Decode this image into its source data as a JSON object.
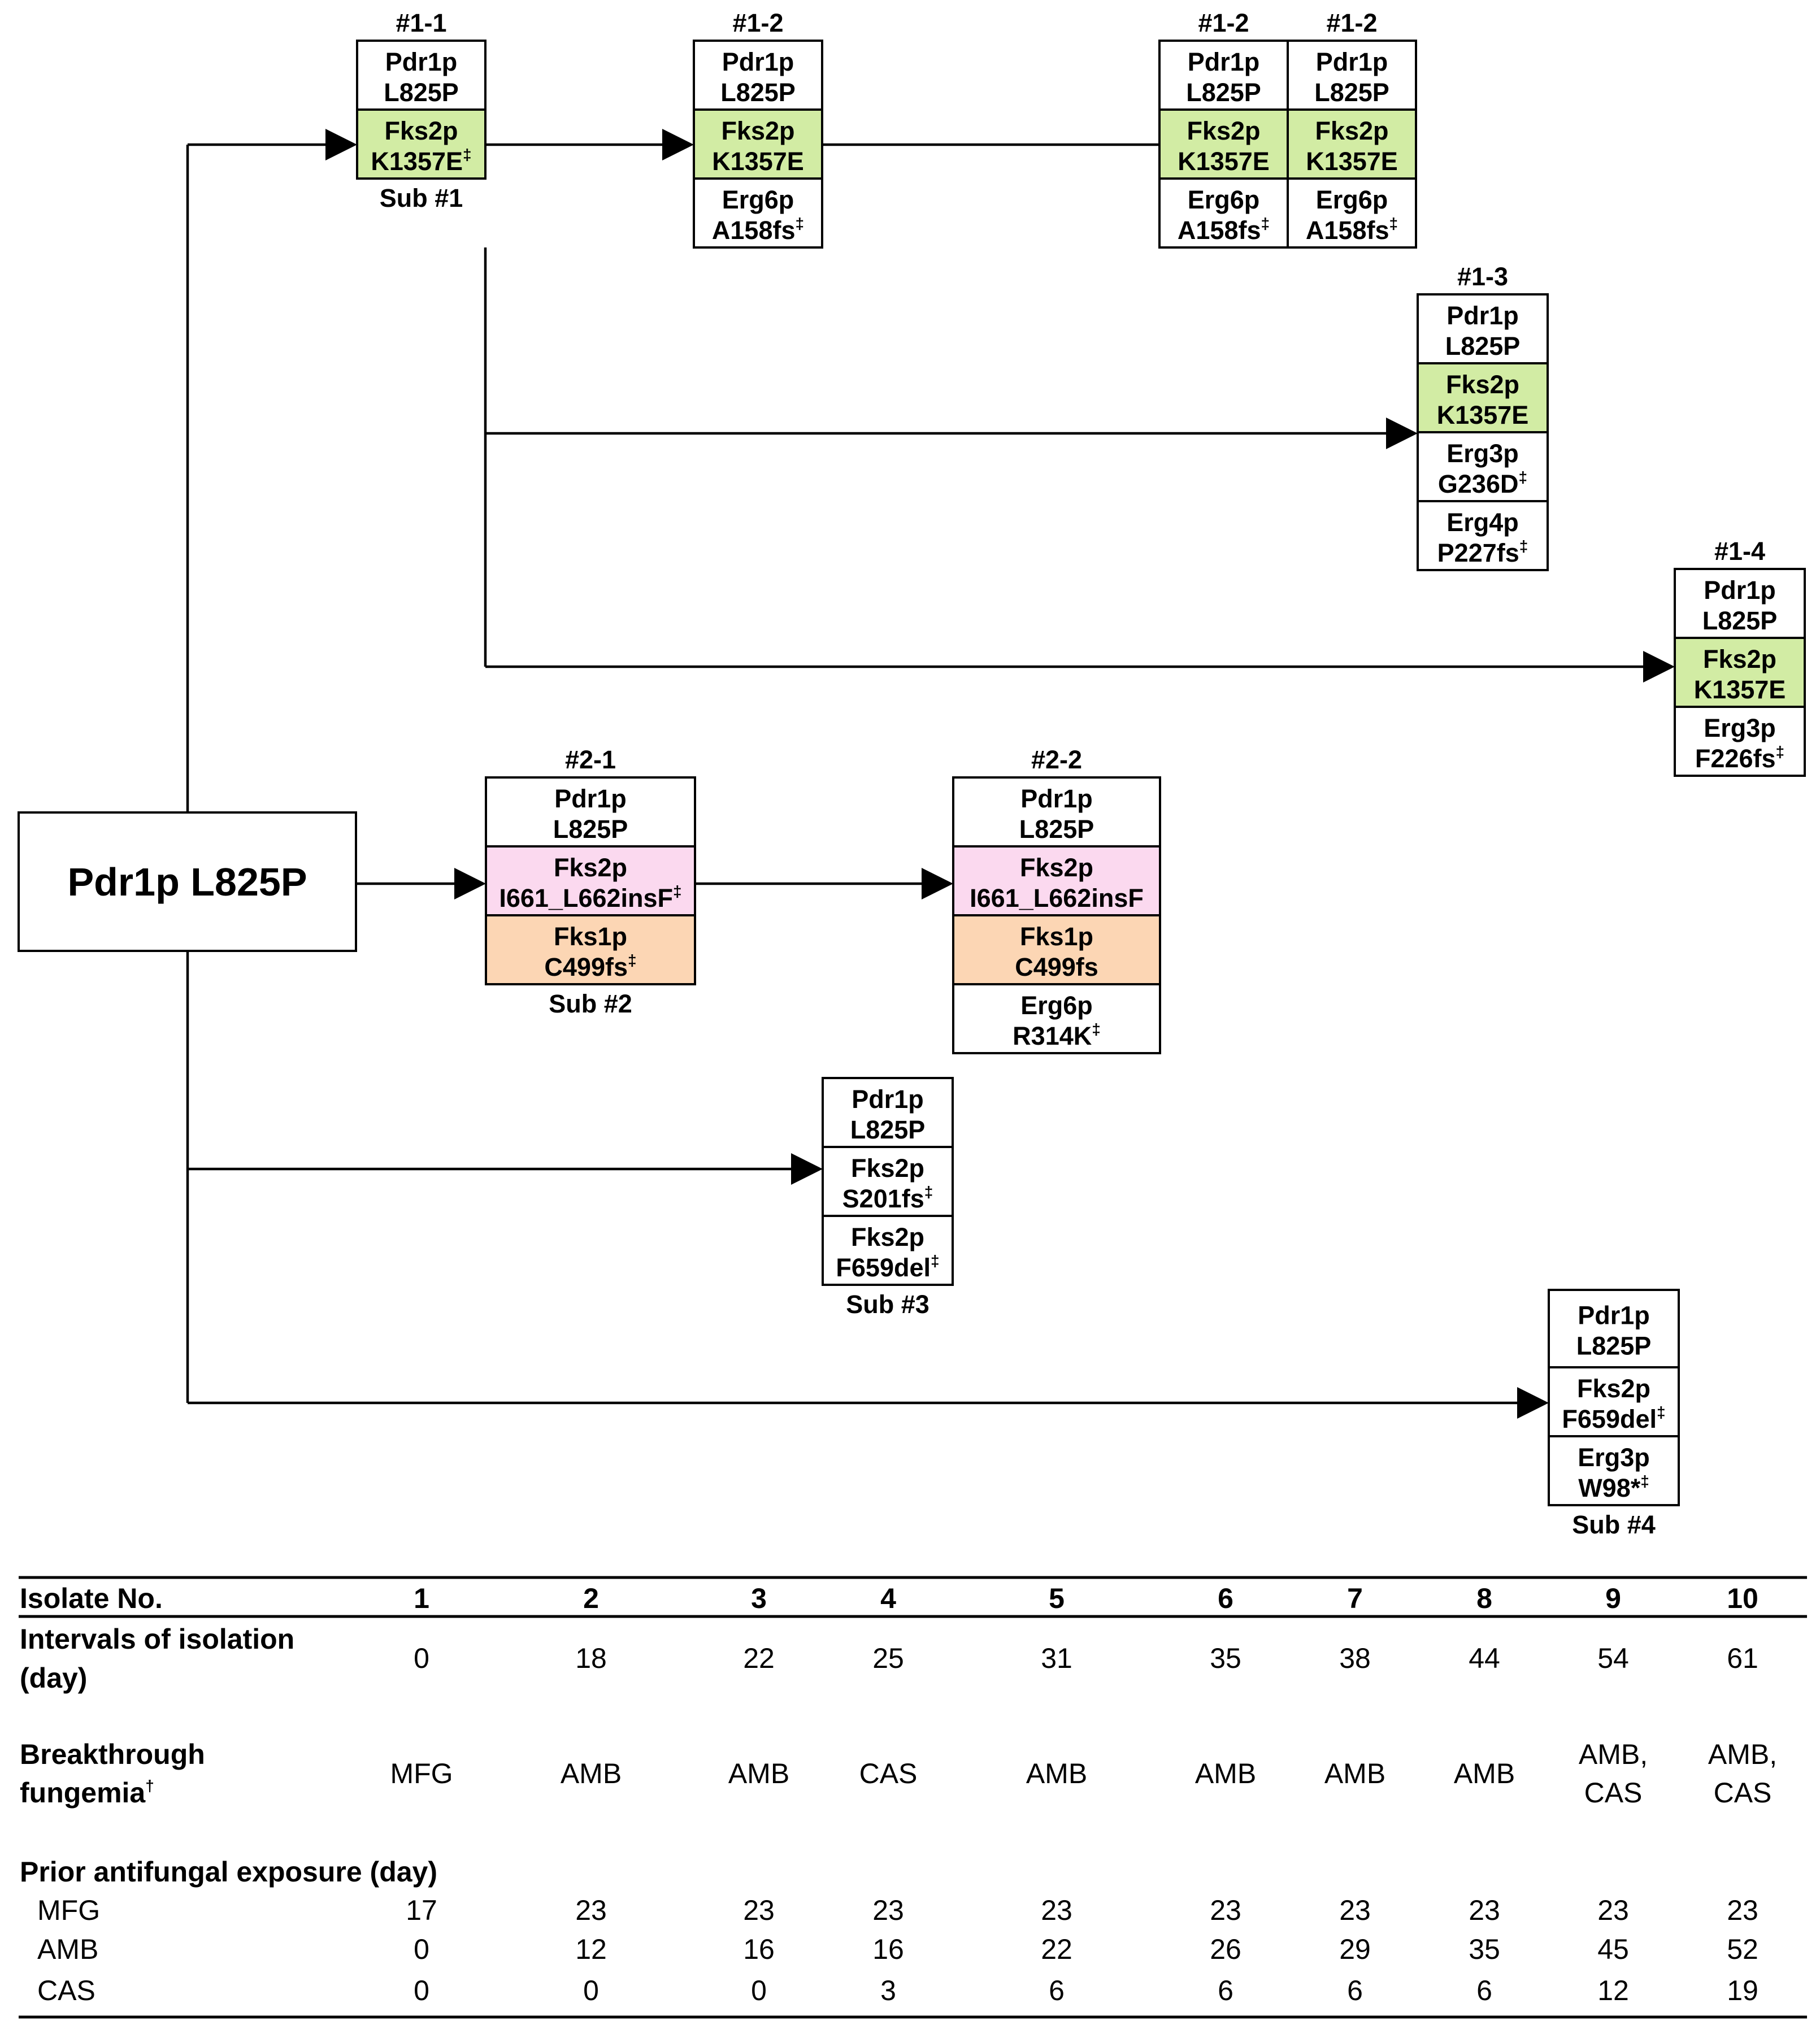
{
  "colors": {
    "fks2_K1357E": "#d2ecA4",
    "fks2_I661": "#fbd9ef",
    "fks1_C499": "#fcd6b4",
    "plain": "#ffffff",
    "line": "#000000"
  },
  "root": {
    "label": "Pdr1p L825P"
  },
  "boxes": [
    {
      "id": "b11",
      "top": "#1-1",
      "bottom": "Sub #1",
      "cells": [
        {
          "lines": [
            "Pdr1p",
            "L825P"
          ],
          "sup": "",
          "color": "plain"
        },
        {
          "lines": [
            "Fks2p",
            "K1357E"
          ],
          "sup": "‡",
          "color": "fks2_K1357E"
        }
      ]
    },
    {
      "id": "b12a",
      "top": "#1-2",
      "bottom": "",
      "cells": [
        {
          "lines": [
            "Pdr1p",
            "L825P"
          ],
          "sup": "",
          "color": "plain"
        },
        {
          "lines": [
            "Fks2p",
            "K1357E"
          ],
          "sup": "",
          "color": "fks2_K1357E"
        },
        {
          "lines": [
            "Erg6p",
            "A158fs"
          ],
          "sup": "‡",
          "color": "plain"
        }
      ]
    },
    {
      "id": "b12b",
      "top": "#1-2",
      "bottom": "",
      "cells": [
        {
          "lines": [
            "Pdr1p",
            "L825P"
          ],
          "sup": "",
          "color": "plain"
        },
        {
          "lines": [
            "Fks2p",
            "K1357E"
          ],
          "sup": "",
          "color": "fks2_K1357E"
        },
        {
          "lines": [
            "Erg6p",
            "A158fs"
          ],
          "sup": "‡",
          "color": "plain"
        }
      ]
    },
    {
      "id": "b12c",
      "top": "#1-2",
      "bottom": "",
      "cells": [
        {
          "lines": [
            "Pdr1p",
            "L825P"
          ],
          "sup": "",
          "color": "plain"
        },
        {
          "lines": [
            "Fks2p",
            "K1357E"
          ],
          "sup": "",
          "color": "fks2_K1357E"
        },
        {
          "lines": [
            "Erg6p",
            "A158fs"
          ],
          "sup": "‡",
          "color": "plain"
        }
      ]
    },
    {
      "id": "b13",
      "top": "#1-3",
      "bottom": "",
      "cells": [
        {
          "lines": [
            "Pdr1p",
            "L825P"
          ],
          "sup": "",
          "color": "plain"
        },
        {
          "lines": [
            "Fks2p",
            "K1357E"
          ],
          "sup": "",
          "color": "fks2_K1357E"
        },
        {
          "lines": [
            "Erg3p",
            "G236D"
          ],
          "sup": "‡",
          "color": "plain"
        },
        {
          "lines": [
            "Erg4p",
            "P227fs"
          ],
          "sup": "‡",
          "color": "plain"
        }
      ]
    },
    {
      "id": "b14",
      "top": "#1-4",
      "bottom": "",
      "cells": [
        {
          "lines": [
            "Pdr1p",
            "L825P"
          ],
          "sup": "",
          "color": "plain"
        },
        {
          "lines": [
            "Fks2p",
            "K1357E"
          ],
          "sup": "",
          "color": "fks2_K1357E"
        },
        {
          "lines": [
            "Erg3p",
            "F226fs"
          ],
          "sup": "‡",
          "color": "plain"
        }
      ]
    },
    {
      "id": "b21",
      "top": "#2-1",
      "bottom": "Sub #2",
      "cells": [
        {
          "lines": [
            "Pdr1p",
            "L825P"
          ],
          "sup": "",
          "color": "plain"
        },
        {
          "lines": [
            "Fks2p",
            "I661_L662insF"
          ],
          "sup": "‡",
          "color": "fks2_I661"
        },
        {
          "lines": [
            "Fks1p",
            "C499fs"
          ],
          "sup": "‡",
          "color": "fks1_C499"
        }
      ]
    },
    {
      "id": "b22",
      "top": "#2-2",
      "bottom": "",
      "cells": [
        {
          "lines": [
            "Pdr1p",
            "L825P"
          ],
          "sup": "",
          "color": "plain"
        },
        {
          "lines": [
            "Fks2p",
            "I661_L662insF"
          ],
          "sup": "",
          "color": "fks2_I661"
        },
        {
          "lines": [
            "Fks1p",
            "C499fs"
          ],
          "sup": "",
          "color": "fks1_C499"
        },
        {
          "lines": [
            "Erg6p",
            "R314K"
          ],
          "sup": "‡",
          "color": "plain"
        }
      ]
    },
    {
      "id": "b3",
      "top": "",
      "bottom": "Sub #3",
      "cells": [
        {
          "lines": [
            "Pdr1p",
            "L825P"
          ],
          "sup": "",
          "color": "plain"
        },
        {
          "lines": [
            "Fks2p",
            "S201fs"
          ],
          "sup": "‡",
          "color": "plain"
        },
        {
          "lines": [
            "Fks2p",
            "F659del"
          ],
          "sup": "‡",
          "color": "plain"
        }
      ]
    },
    {
      "id": "b4",
      "top": "",
      "bottom": "Sub #4",
      "cells": [
        {
          "lines": [
            "Pdr1p",
            "L825P"
          ],
          "sup": "",
          "color": "plain"
        },
        {
          "lines": [
            "Fks2p",
            "F659del"
          ],
          "sup": "‡",
          "color": "plain"
        },
        {
          "lines": [
            "Erg3p",
            "W98*"
          ],
          "sup": "‡",
          "color": "plain"
        }
      ]
    }
  ],
  "table": {
    "header_label": "Isolate No.",
    "isolates": [
      "1",
      "2",
      "3",
      "4",
      "5",
      "6",
      "7",
      "8",
      "9",
      "10"
    ],
    "intervals": {
      "label_lines": [
        "Intervals of isolation",
        "(day)"
      ],
      "values": [
        "0",
        "18",
        "22",
        "25",
        "31",
        "35",
        "38",
        "44",
        "54",
        "61"
      ]
    },
    "breakthrough": {
      "label_lines": [
        "Breakthrough",
        "fungemia"
      ],
      "label_sup": "†",
      "values": [
        [
          "MFG"
        ],
        [
          "AMB"
        ],
        [
          "AMB"
        ],
        [
          "CAS"
        ],
        [
          "AMB"
        ],
        [
          "AMB"
        ],
        [
          "AMB"
        ],
        [
          "AMB"
        ],
        [
          "AMB,",
          "CAS"
        ],
        [
          "AMB,",
          "CAS"
        ]
      ]
    },
    "prior": {
      "label": "Prior antifungal exposure (day)",
      "rows": [
        {
          "drug": "MFG",
          "values": [
            "17",
            "23",
            "23",
            "23",
            "23",
            "23",
            "23",
            "23",
            "23",
            "23"
          ]
        },
        {
          "drug": "AMB",
          "values": [
            "0",
            "12",
            "16",
            "16",
            "22",
            "26",
            "29",
            "35",
            "45",
            "52"
          ]
        },
        {
          "drug": "CAS",
          "values": [
            "0",
            "0",
            "0",
            "3",
            "6",
            "6",
            "6",
            "6",
            "12",
            "19"
          ]
        }
      ]
    }
  }
}
